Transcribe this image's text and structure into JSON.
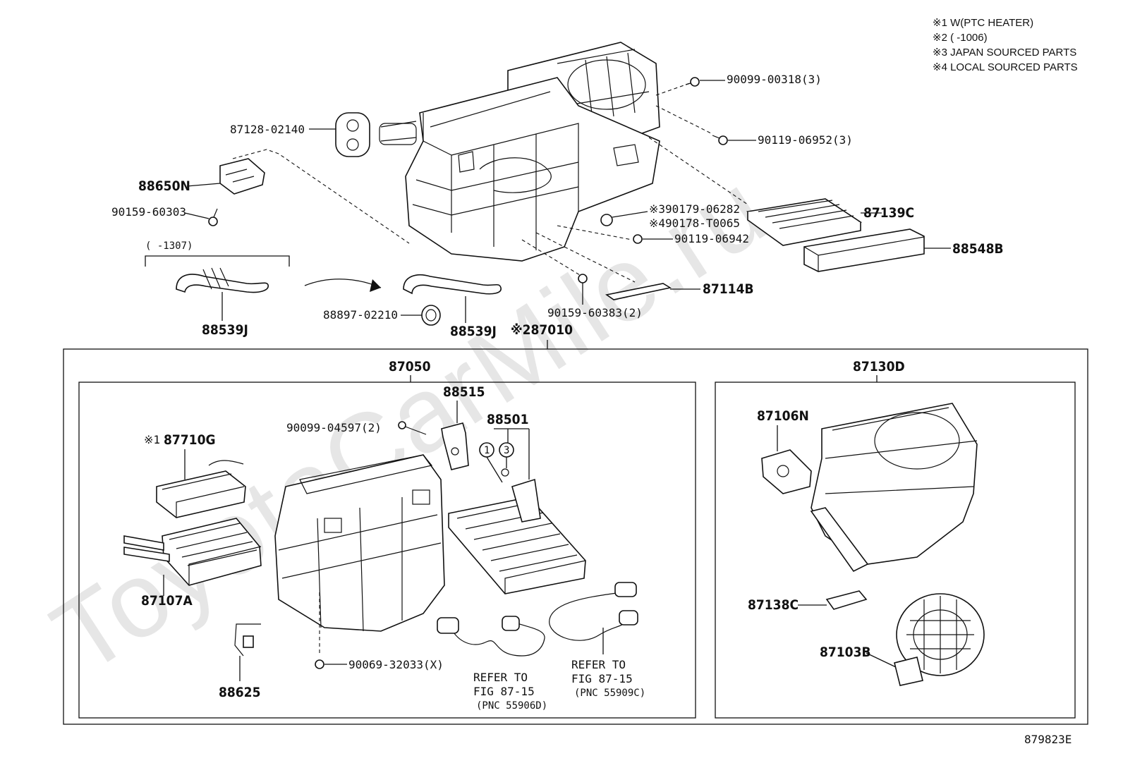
{
  "watermark": "ToyotaCarMile.ru",
  "notes": [
    "※1 W(PTC HEATER)",
    "※2 (    -1006)",
    "※3 JAPAN SOURCED PARTS",
    "※4 LOCAL SOURCED PARTS"
  ],
  "range_label": "(     -1307)",
  "labels": {
    "p90099_00318": "90099-00318(3)",
    "p90119_06952": "90119-06952(3)",
    "p87128_02140": "87128-02140",
    "p88650N": "88650N",
    "p90159_60303": "90159-60303",
    "p90179_06282": "※390179-06282",
    "p90178_T0065": "※490178-T0065",
    "p87139C": "87139C",
    "p90119_06942": "90119-06942",
    "p88548B": "88548B",
    "p87114B": "87114B",
    "p88539J_a": "88539J",
    "p88897_02210": "88897-02210",
    "p88539J_b": "88539J",
    "p90159_60383": "90159-60383(2)",
    "p87010": "※287010",
    "p87050": "87050",
    "p87130D": "87130D",
    "p88515": "88515",
    "p90099_04597": "90099-04597(2)",
    "p88501": "88501",
    "p87710G": "87710G",
    "p87710G_mark": "※1",
    "p87107A": "87107A",
    "p88625": "88625",
    "p90069_32033": "90069-32033(X)",
    "p87106N": "87106N",
    "p87138C": "87138C",
    "p87103B": "87103B",
    "circle1": "1",
    "circle3": "3"
  },
  "refs": [
    {
      "line1": "REFER TO",
      "line2": "FIG 87-15",
      "line3": "(PNC 55906D)"
    },
    {
      "line1": "REFER TO",
      "line2": "FIG 87-15",
      "line3": "(PNC 55909C)"
    }
  ],
  "figure_code": "879823E"
}
